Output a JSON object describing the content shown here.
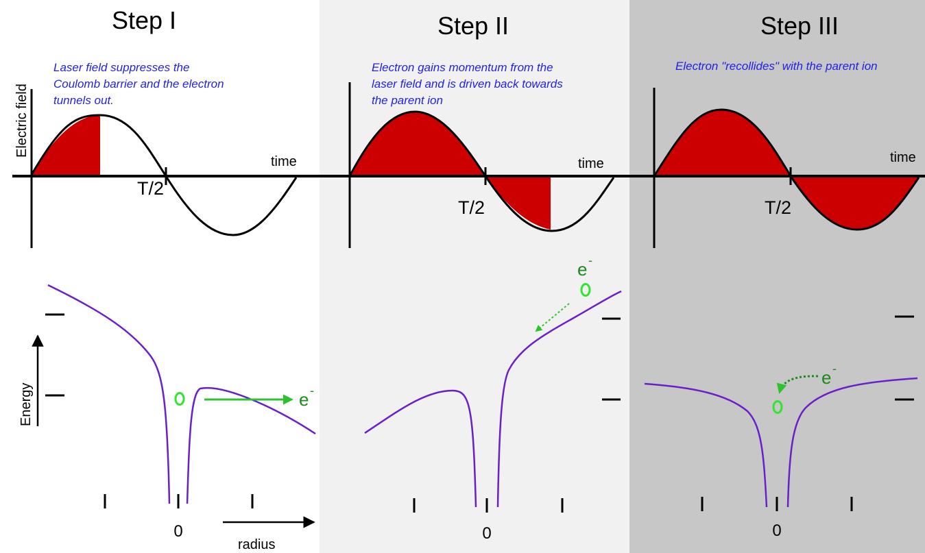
{
  "panels": [
    {
      "title": "Step I",
      "description": [
        "Laser field suppresses the",
        "Coulomb barrier and the electron",
        "tunnels out."
      ],
      "time_label": "time",
      "half_period_label": "T/2",
      "zero_label": "0",
      "electron_label": "e",
      "electron_charge": "-"
    },
    {
      "title": "Step II",
      "description": [
        "Electron gains momentum from the",
        "laser field and is driven back towards",
        "the parent ion"
      ],
      "time_label": "time",
      "half_period_label": "T/2",
      "zero_label": "0",
      "electron_label": "e",
      "electron_charge": "-"
    },
    {
      "title": "Step III",
      "description": [
        "Electron \"recollides\" with the parent ion"
      ],
      "time_label": "time",
      "half_period_label": "T/2",
      "zero_label": "0",
      "electron_label": "e",
      "electron_charge": "-"
    }
  ],
  "y_axis_top_label": "Electric field",
  "y_axis_bottom_label": "Energy",
  "x_axis_bottom_label": "radius",
  "colors": {
    "panel1_bg": "#ffffff",
    "panel2_bg": "#f1f1f1",
    "panel3_bg": "#c7c7c7",
    "fill": "#cc0000",
    "potential": "#6a1fc8",
    "electron": "#2ee62e",
    "electron_text": "#1c8a1c",
    "description": "#1f1fe8"
  }
}
